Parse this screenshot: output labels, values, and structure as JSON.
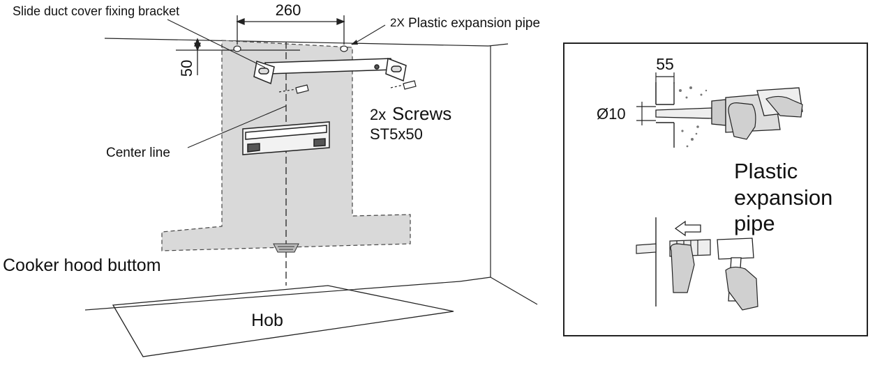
{
  "labels": {
    "bracket": "Slide duct cover fixing bracket",
    "pipe_count": "2X",
    "pipe": "Plastic expansion pipe",
    "width_dim": "260",
    "height_dim": "50",
    "screws_count": "2x",
    "screws": "Screws",
    "screw_spec": "ST5x50",
    "center_line": "Center line",
    "hood_bottom": "Cooker hood buttom",
    "hob": "Hob"
  },
  "inset": {
    "depth_dim": "55",
    "diameter_dim": "Ø10",
    "title_line1": "Plastic",
    "title_line2": "expansion",
    "title_line3": "pipe"
  }
}
